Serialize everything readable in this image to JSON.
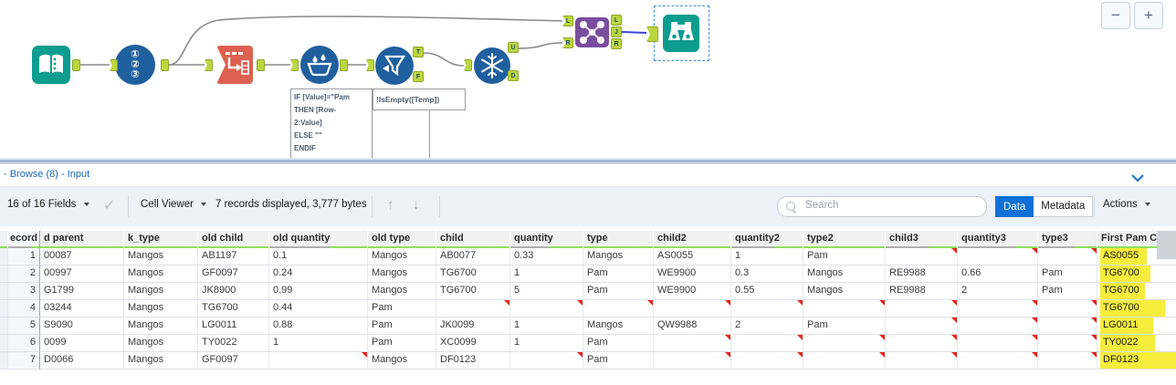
{
  "canvas": {
    "zoom_out_label": "−",
    "zoom_in_label": "+",
    "record_id_digits": [
      "①",
      "②",
      "③"
    ],
    "anchor_letters": {
      "T": "T",
      "F": "F",
      "U": "U",
      "D": "D",
      "L": "L",
      "J": "J",
      "R": "R"
    },
    "annotation_formula": {
      "lines": [
        "IF [Value]=\"Pam",
        "THEN [Row-",
        "2:Value]",
        "ELSE \"\"",
        "ENDIF"
      ]
    },
    "annotation_filter": {
      "text": "!IsEmpty([Temp])"
    },
    "colors": {
      "tool_teal": "#0d9d8e",
      "tool_blue": "#205f9e",
      "tool_orange": "#dd6150",
      "tool_purple": "#7b4d9e",
      "anchor_green": "#bcd63f",
      "wire_grey": "#8a8a8a",
      "wire_selected": "#3c43d8"
    }
  },
  "results_panel": {
    "title": "- Browse (8) - Input",
    "icons": {
      "apply_check": "✓",
      "sort_up": "↑",
      "sort_down": "↓"
    },
    "toolbar": {
      "fields_label": "16 of 16 Fields",
      "cell_viewer_label": "Cell Viewer",
      "records_label": "7 records displayed, 3,777 bytes",
      "search_placeholder": "Search",
      "data_button": "Data",
      "metadata_button": "Metadata",
      "actions_label": "Actions"
    },
    "table": {
      "highlight_color": "#f6ed3c",
      "null_marker_color": "#e3261d",
      "columns": [
        {
          "label": "ecord",
          "width": 35,
          "grey_frac": 0.75
        },
        {
          "label": "d parent",
          "width": 92,
          "grey_frac": 0
        },
        {
          "label": "k_type",
          "width": 81,
          "grey_frac": 0
        },
        {
          "label": "old child",
          "width": 78,
          "grey_frac": 0
        },
        {
          "label": "old quantity",
          "width": 108,
          "grey_frac": 0.62
        },
        {
          "label": "old type",
          "width": 75,
          "grey_frac": 0
        },
        {
          "label": "child",
          "width": 81,
          "grey_frac": 0
        },
        {
          "label": "quantity",
          "width": 80,
          "grey_frac": 0.55
        },
        {
          "label": "type",
          "width": 77,
          "grey_frac": 0
        },
        {
          "label": "child2",
          "width": 85,
          "grey_frac": 0
        },
        {
          "label": "quantity2",
          "width": 79,
          "grey_frac": 0.6
        },
        {
          "label": "type2",
          "width": 90,
          "grey_frac": 0
        },
        {
          "label": "child3",
          "width": 79,
          "grey_frac": 0.6
        },
        {
          "label": "quantity3",
          "width": 88,
          "grey_frac": 0.72
        },
        {
          "label": "type3",
          "width": 65,
          "grey_frac": 0.62
        },
        {
          "label": "First Pam C",
          "width": 86,
          "grey_frac": 0
        }
      ],
      "rows": [
        {
          "record": "1",
          "cells": [
            "00087",
            "Mangos",
            "AB1197",
            "0.1",
            "Mangos",
            "AB0077",
            "0.33",
            "Mangos",
            "AS0055",
            "1",
            "Pam",
            null,
            null,
            null
          ],
          "first_pam": "AS0055",
          "highlight_width": 48
        },
        {
          "record": "2",
          "cells": [
            "00997",
            "Mangos",
            "GF0097",
            "0.24",
            "Mangos",
            "TG6700",
            "1",
            "Pam",
            "WE9900",
            "0.3",
            "Mangos",
            "RE9988",
            "0.66",
            "Pam"
          ],
          "first_pam": "TG6700",
          "highlight_width": 52
        },
        {
          "record": "3",
          "cells": [
            "G1799",
            "Mangos",
            "JK8900",
            "0.99",
            "Mangos",
            "TG6700",
            "5",
            "Pam",
            "WE9900",
            "0.55",
            "Mangos",
            "RE9988",
            "2",
            "Pam"
          ],
          "first_pam": "TG6700",
          "highlight_width": 46
        },
        {
          "record": "4",
          "cells": [
            "03244",
            "Mangos",
            "TG6700",
            "0.44",
            "Pam",
            null,
            null,
            null,
            null,
            null,
            null,
            null,
            null,
            null
          ],
          "first_pam": "TG6700",
          "highlight_width": 68
        },
        {
          "record": "5",
          "cells": [
            "S9090",
            "Mangos",
            "LG0011",
            "0.88",
            "Pam",
            "JK0099",
            "1",
            "Mangos",
            "QW9988",
            "2",
            "Pam",
            null,
            null,
            null
          ],
          "first_pam": "LG0011",
          "highlight_width": 55
        },
        {
          "record": "6",
          "cells": [
            "0099",
            "Mangos",
            "TY0022",
            "1",
            "Pam",
            "XC0099",
            "1",
            "Pam",
            null,
            null,
            null,
            null,
            null,
            null
          ],
          "first_pam": "TY0022",
          "highlight_width": 57
        },
        {
          "record": "7",
          "cells": [
            "D0066",
            "Mangos",
            "GF0097",
            null,
            "Mangos",
            "DF0123",
            null,
            "Pam",
            null,
            null,
            null,
            null,
            null,
            null
          ],
          "first_pam": "DF0123",
          "highlight_width": 84
        }
      ]
    }
  }
}
